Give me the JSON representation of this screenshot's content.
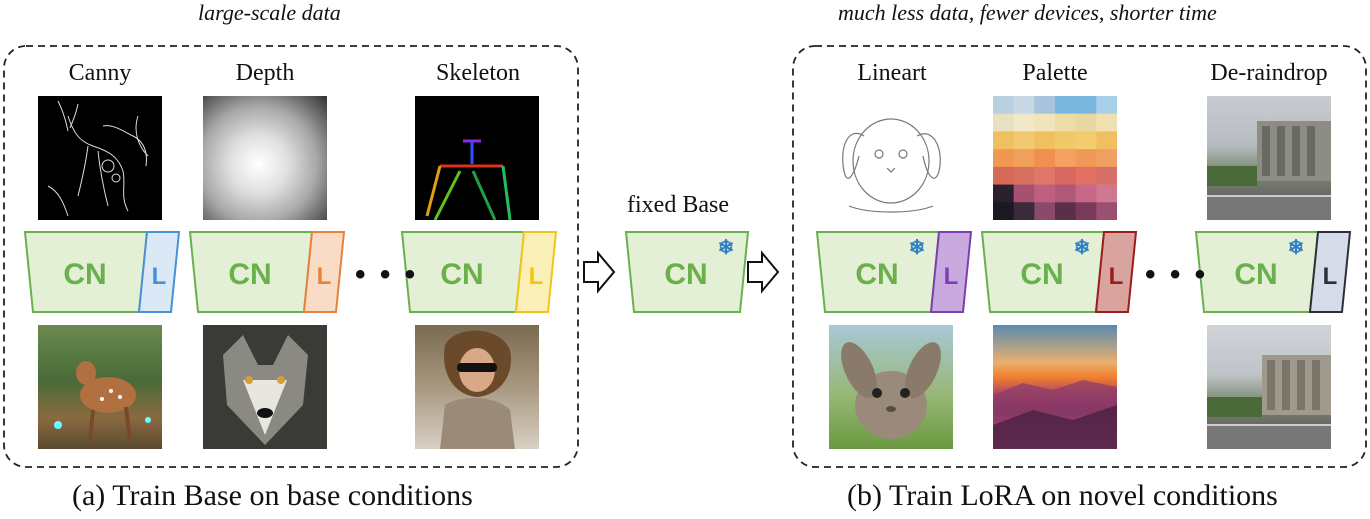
{
  "left_panel": {
    "top_caption": "large-scale data",
    "bottom_caption": "(a) Train Base on base conditions",
    "conditions": [
      {
        "label": "Canny",
        "lora_color": "#4a90d9",
        "lora_fill": "#dbe8f6"
      },
      {
        "label": "Depth",
        "lora_color": "#e8823a",
        "lora_fill": "#f8dcc6"
      },
      {
        "label": "Skeleton",
        "lora_color": "#f2c318",
        "lora_fill": "#fbefb8"
      }
    ]
  },
  "middle": {
    "label": "fixed Base"
  },
  "right_panel": {
    "top_caption": "much less data, fewer devices, shorter time",
    "bottom_caption": "(b) Train LoRA on novel conditions",
    "conditions": [
      {
        "label": "Lineart",
        "lora_color": "#7b3fb3",
        "lora_fill": "#c9aadf"
      },
      {
        "label": "Palette",
        "lora_color": "#9b1c1c",
        "lora_fill": "#d9a3a0"
      },
      {
        "label": "De-raindrop",
        "lora_color": "#2a2f3a",
        "lora_fill": "#d5dbe8"
      }
    ]
  },
  "block": {
    "cn_text": "CN",
    "lora_text": "L",
    "cn_color": "#6ab04c",
    "cn_fill": "#e3f0d6",
    "snowflake": "❄",
    "snowflake_color": "#2f7fc4"
  },
  "ellipsis": "• • •"
}
